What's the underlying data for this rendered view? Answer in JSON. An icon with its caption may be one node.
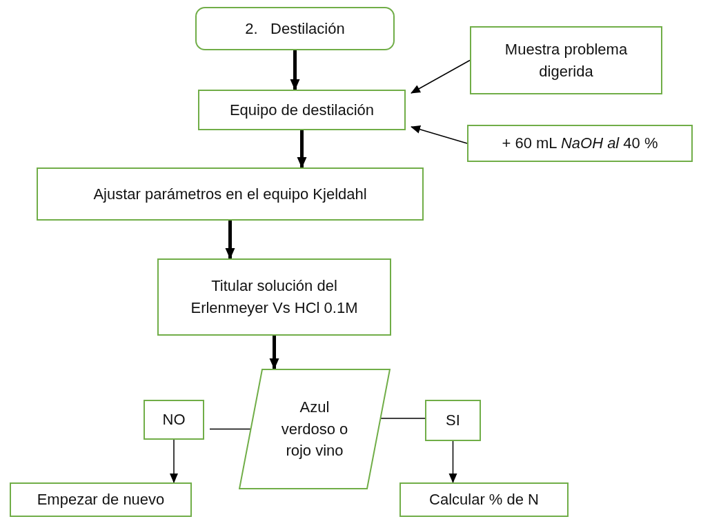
{
  "diagram": {
    "nodes": [
      {
        "text": [
          "2.   Destilación"
        ]
      },
      {
        "text": [
          "Muestra problema digerida"
        ]
      },
      {
        "text": [
          "Equipo de destilación"
        ]
      },
      {
        "text": [
          "+ 60 mL *NaOH al* 40 %"
        ]
      },
      {
        "text": [
          "Ajustar parámetros en el equipo Kjeldahl"
        ]
      },
      {
        "text": [
          "Titular solución del Erlenmeyer Vs HCl 0.1M"
        ]
      },
      {
        "text": [
          "Azul verdoso o rojo vino"
        ]
      },
      {
        "text": [
          "NO"
        ]
      },
      {
        "text": [
          "SI"
        ]
      },
      {
        "text": [
          "Empezar de nuevo"
        ]
      },
      {
        "text": [
          "Calcular % de N"
        ]
      }
    ],
    "edges": [
      {
        "from": 0,
        "to": 2,
        "arrow": "to",
        "style": "thick"
      },
      {
        "from": 1,
        "to": 2,
        "arrow": "to"
      },
      {
        "from": 3,
        "to": 2,
        "arrow": "to"
      },
      {
        "from": 2,
        "to": 4,
        "arrow": "to",
        "style": "thick"
      },
      {
        "from": 4,
        "to": 5,
        "arrow": "to",
        "style": "thick"
      },
      {
        "from": 5,
        "to": 6,
        "arrow": "to",
        "style": "thick"
      },
      {
        "from": 6,
        "to": 7,
        "arrow": "none"
      },
      {
        "from": 6,
        "to": 8,
        "arrow": "none"
      },
      {
        "from": 7,
        "to": 9,
        "arrow": "to"
      },
      {
        "from": 8,
        "to": 10,
        "arrow": "to"
      }
    ]
  }
}
